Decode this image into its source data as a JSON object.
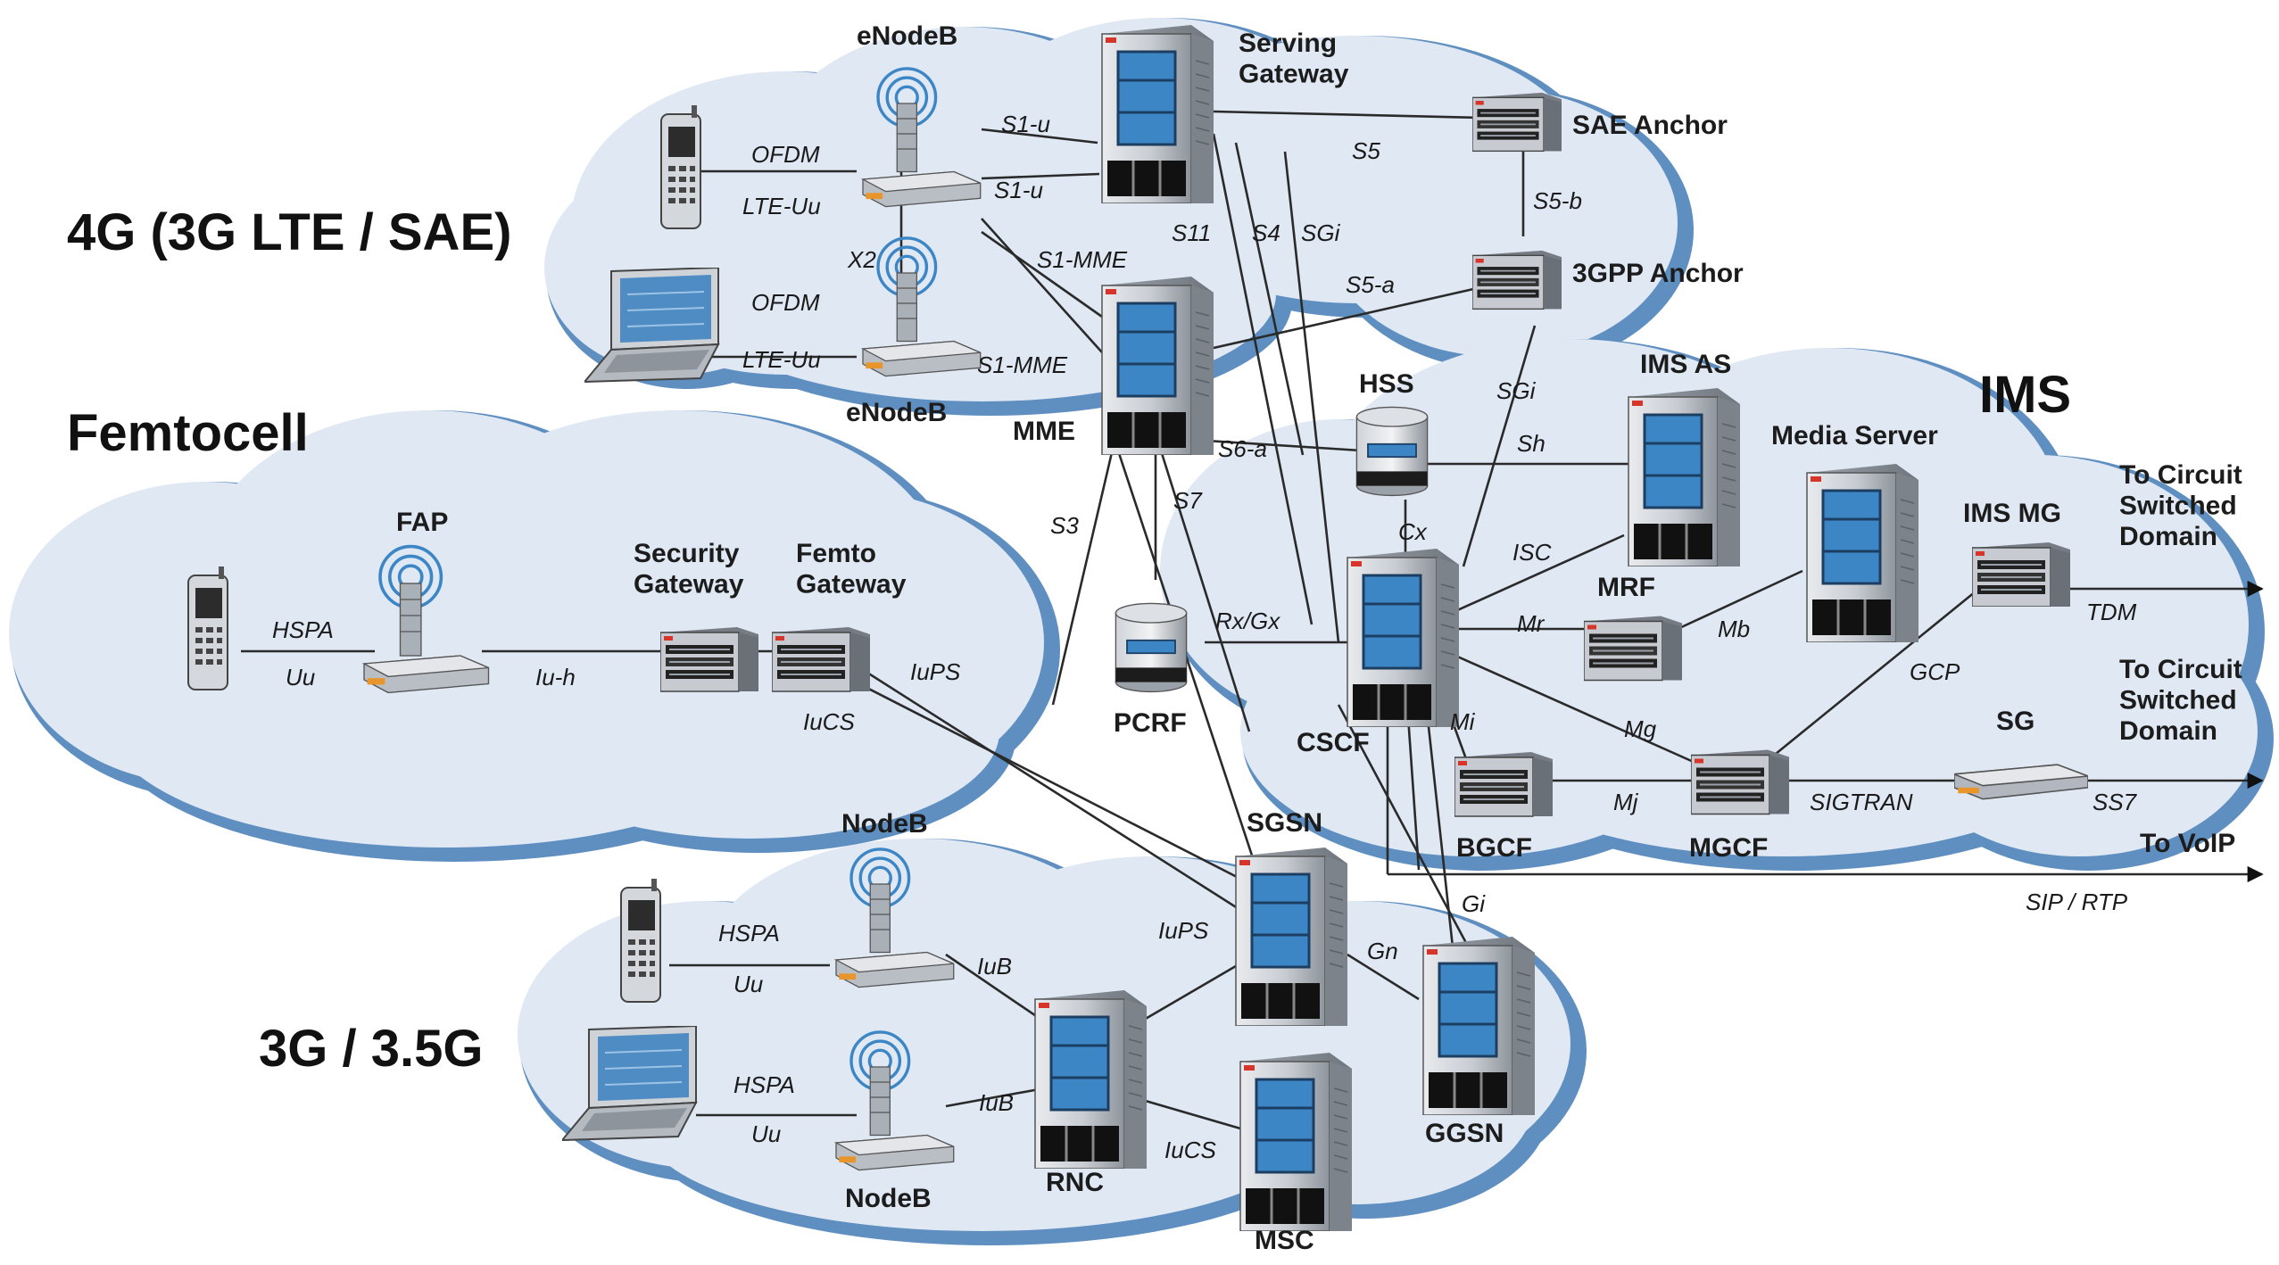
{
  "regions": {
    "lte": "4G (3G LTE / SAE)",
    "femtocell": "Femtocell",
    "umts": "3G / 3.5G",
    "ims": "IMS"
  },
  "nodes": {
    "enodeb_top": "eNodeB",
    "enodeb_bottom": "eNodeB",
    "serving_gateway": "Serving\nGateway",
    "sae_anchor": "SAE Anchor",
    "gpp_anchor": "3GPP Anchor",
    "mme": "MME",
    "hss": "HSS",
    "ims_as": "IMS AS",
    "media_server": "Media Server",
    "fap": "FAP",
    "security_gateway": "Security\nGateway",
    "femto_gateway": "Femto\nGateway",
    "pcrf": "PCRF",
    "cscf": "CSCF",
    "mrf": "MRF",
    "ims_mg": "IMS MG",
    "sg": "SG",
    "bgcf": "BGCF",
    "mgcf": "MGCF",
    "sgsn": "SGSN",
    "ggsn": "GGSN",
    "nodeb_top": "NodeB",
    "nodeb_bottom": "NodeB",
    "rnc": "RNC",
    "msc": "MSC"
  },
  "outputs": {
    "circuit_1": "To Circuit\nSwitched\nDomain",
    "circuit_2": "To Circuit\nSwitched\nDomain",
    "voip": "To VoIP"
  },
  "interfaces": {
    "ofdm_1": "OFDM",
    "lte_uu_1": "LTE-Uu",
    "ofdm_2": "OFDM",
    "lte_uu_2": "LTE-Uu",
    "x2": "X2",
    "s1u_1": "S1-u",
    "s1u_2": "S1-u",
    "s1mme_1": "S1-MME",
    "s1mme_2": "S1-MME",
    "s11": "S11",
    "s4": "S4",
    "sgi_1": "SGi",
    "s5": "S5",
    "s5b": "S5-b",
    "s5a": "S5-a",
    "sgi_2": "SGi",
    "sh": "Sh",
    "s6a": "S6-a",
    "s7": "S7",
    "s3": "S3",
    "cx": "Cx",
    "isc": "ISC",
    "mr": "Mr",
    "mb": "Mb",
    "rxgx": "Rx/Gx",
    "tdm": "TDM",
    "gcp": "GCP",
    "mi": "Mi",
    "mg": "Mg",
    "mj": "Mj",
    "sigtran": "SIGTRAN",
    "ss7": "SS7",
    "sip_rtp": "SIP / RTP",
    "hspa_femto": "HSPA",
    "uu_femto": "Uu",
    "iuh": "Iu-h",
    "iups_1": "IuPS",
    "iucs_1": "IuCS",
    "hspa_1": "HSPA",
    "uu_1": "Uu",
    "iub_1": "IuB",
    "iups_2": "IuPS",
    "hspa_2": "HSPA",
    "uu_2": "Uu",
    "iub_2": "IuB",
    "iucs_2": "IuCS",
    "gn": "Gn",
    "gi": "Gi"
  },
  "colors": {
    "cloud_fill": "#dfe8f3",
    "cloud_edge": "#5f8fc0",
    "server_blue": "#3c86c6",
    "server_body": "#c9cdd3",
    "orange_led": "#e8962b",
    "red_led": "#d8352a"
  }
}
